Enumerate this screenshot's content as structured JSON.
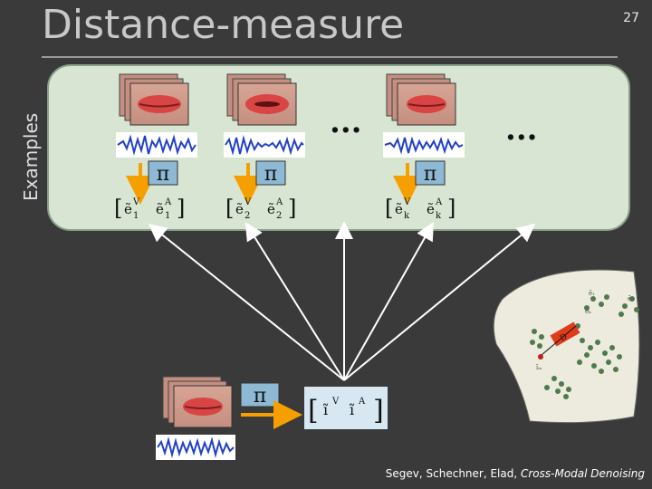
{
  "slide": {
    "title": "Distance-measure",
    "page_number": "27",
    "side_label": "Examples",
    "ellipsis": "...",
    "pi_symbol": "π",
    "footer_authors": "Segev, Schechner, Elad, ",
    "footer_work": "Cross-Modal Denoising"
  },
  "examples": [
    {
      "v": "ẽ",
      "vsup": "V",
      "vsub": "1",
      "a": "ẽ",
      "asup": "A",
      "asub": "1"
    },
    {
      "v": "ẽ",
      "vsup": "V",
      "vsub": "2",
      "a": "ẽ",
      "asup": "A",
      "asub": "2"
    },
    {
      "v": "ẽ",
      "vsup": "V",
      "vsub": "k",
      "a": "ẽ",
      "asup": "A",
      "asub": "k"
    }
  ],
  "query": {
    "v": "ĩ",
    "vsup": "V",
    "a": "ĩ",
    "asup": "A"
  },
  "inset_labels": {
    "e1": "ẽ₁",
    "e2": "ẽ₂",
    "ek": "ẽₖ",
    "in": "ĩᵢₙ",
    "dist": "D"
  },
  "colors": {
    "panel": "#d7e5d2",
    "arrow_orange": "#f5a000",
    "pi_box": "#8db9d4",
    "wave": "#2340c8",
    "dots": "#4e7a4e",
    "inset_bg": "#ecebdd",
    "dist_bar": "#e03c1c"
  }
}
